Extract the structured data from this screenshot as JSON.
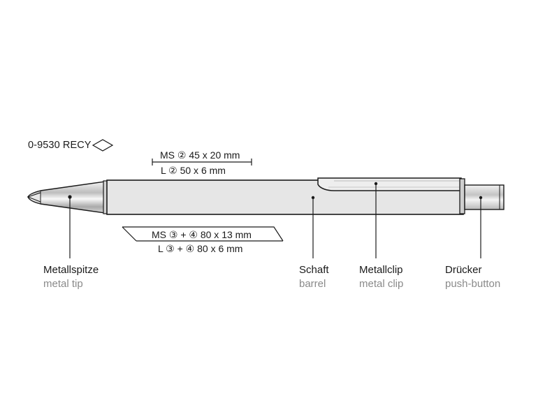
{
  "product": {
    "code": "0-9530 RECY",
    "icon": "rhombus-outline-icon"
  },
  "print_areas": {
    "clip": {
      "line1": "MS ② 45 x 20 mm",
      "line2": "L ② 50 x 6 mm"
    },
    "barrel": {
      "line1": "MS ③ + ④ 80 x 13 mm",
      "line2": "L ③ + ④ 80 x 6 mm"
    }
  },
  "parts": [
    {
      "id": "tip",
      "label_de": "Metallspitze",
      "label_en": "metal tip"
    },
    {
      "id": "barrel",
      "label_de": "Schaft",
      "label_en": "barrel"
    },
    {
      "id": "clip",
      "label_de": "Metallclip",
      "label_en": "metal clip"
    },
    {
      "id": "button",
      "label_de": "Drücker",
      "label_en": "push-button"
    }
  ],
  "colors": {
    "line": "#1a1a1a",
    "pen_fill": "#e6e6e6",
    "label_secondary": "#8a8a8a"
  }
}
